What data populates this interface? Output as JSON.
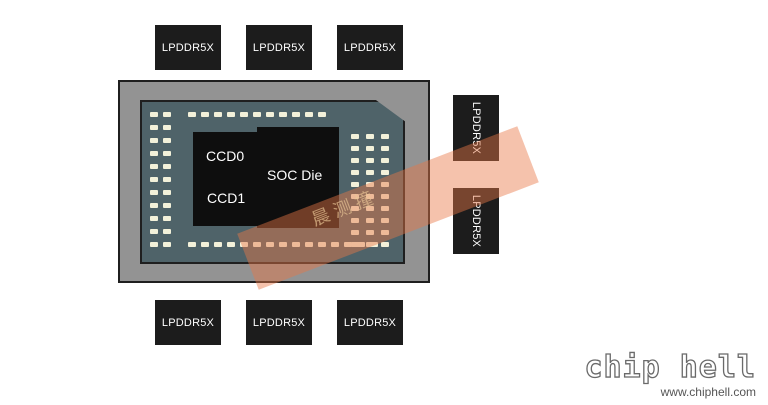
{
  "memory": {
    "top": [
      "LPDDR5X",
      "LPDDR5X",
      "LPDDR5X"
    ],
    "bottom": [
      "LPDDR5X",
      "LPDDR5X",
      "LPDDR5X"
    ],
    "side": [
      "LPDDR5X",
      "LPDDR5X"
    ]
  },
  "dies": {
    "ccd0": "CCD0",
    "ccd1": "CCD1",
    "soc": "SOC Die"
  },
  "watermark": {
    "text": "晨 测 撞",
    "logo": "chip hell",
    "url": "www.chiphell.com"
  },
  "colors": {
    "chip": "#1c1c1c",
    "substrate": "#939393",
    "interposer": "#4f6369",
    "bump": "#f3f1da",
    "watermark": "#e87846"
  }
}
